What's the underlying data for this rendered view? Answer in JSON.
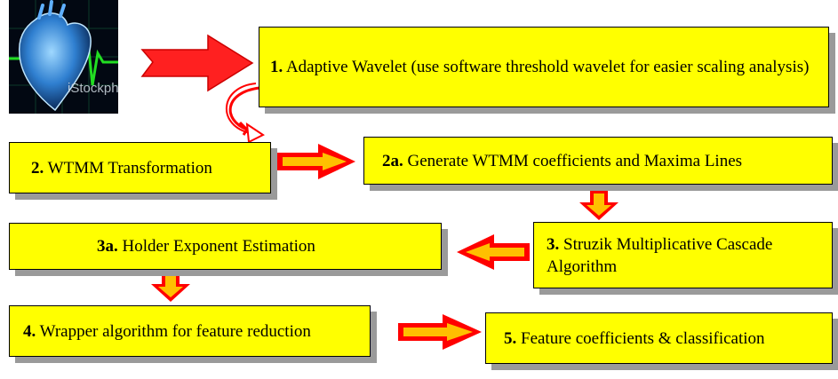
{
  "image": {
    "watermark": "iStockph"
  },
  "steps": {
    "s1": {
      "num": "1.",
      "text": " Adaptive Wavelet (use software threshold wavelet for easier scaling analysis)"
    },
    "s2": {
      "num": "2.",
      "text": " WTMM Transformation"
    },
    "s2a": {
      "num": "2a.",
      "text": " Generate WTMM coefficients and Maxima Lines"
    },
    "s3": {
      "num": "3.",
      "text": " Struzik Multiplicative Cascade Algorithm"
    },
    "s3a": {
      "num": "3a.",
      "text": " Holder Exponent Estimation"
    },
    "s4": {
      "num": "4.",
      "text": " Wrapper algorithm for feature reduction"
    },
    "s5": {
      "num": "5.",
      "text": " Feature coefficients & classification"
    }
  },
  "colors": {
    "box_fill": "#ffff00",
    "arrow_red": "#ff0000",
    "arrow_orange": "#ffc000",
    "shadow": "#9a9a9a",
    "ecg_green": "#22dd22"
  }
}
